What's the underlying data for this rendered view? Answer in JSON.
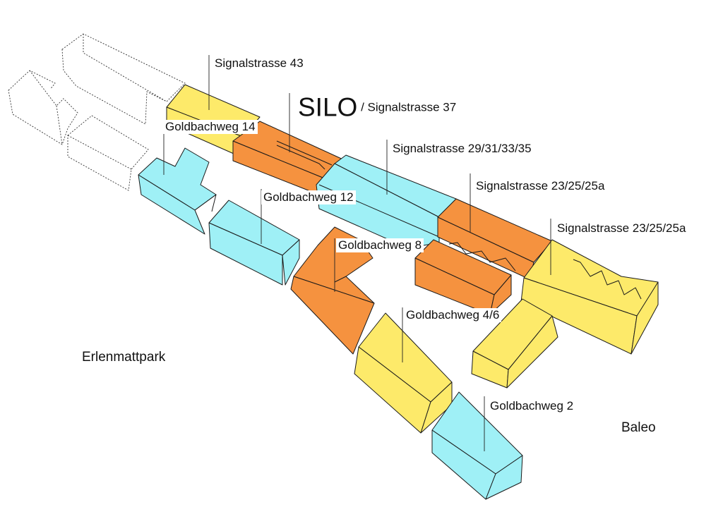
{
  "colors": {
    "yellow": "#fdea6a",
    "orange": "#f5923f",
    "cyan": "#9ff0f6",
    "outline": "#1a1a1a"
  },
  "labels": {
    "signal43": "Signalstrasse 43",
    "silo": "SILO",
    "silo_sub": "/ Signalstrasse 37",
    "gold14": "Goldbachweg 14",
    "signal29": "Signalstrasse 29/31/33/35",
    "signal23a": "Signalstrasse 23/25/25a",
    "signal23b": "Signalstrasse 23/25/25a",
    "gold12": "Goldbachweg 12",
    "gold8": "Goldbachweg 8",
    "gold46": "Goldbachweg 4/6",
    "gold2": "Goldbachweg 2"
  },
  "places": {
    "west": "Erlenmattpark",
    "east": "Baleo"
  }
}
